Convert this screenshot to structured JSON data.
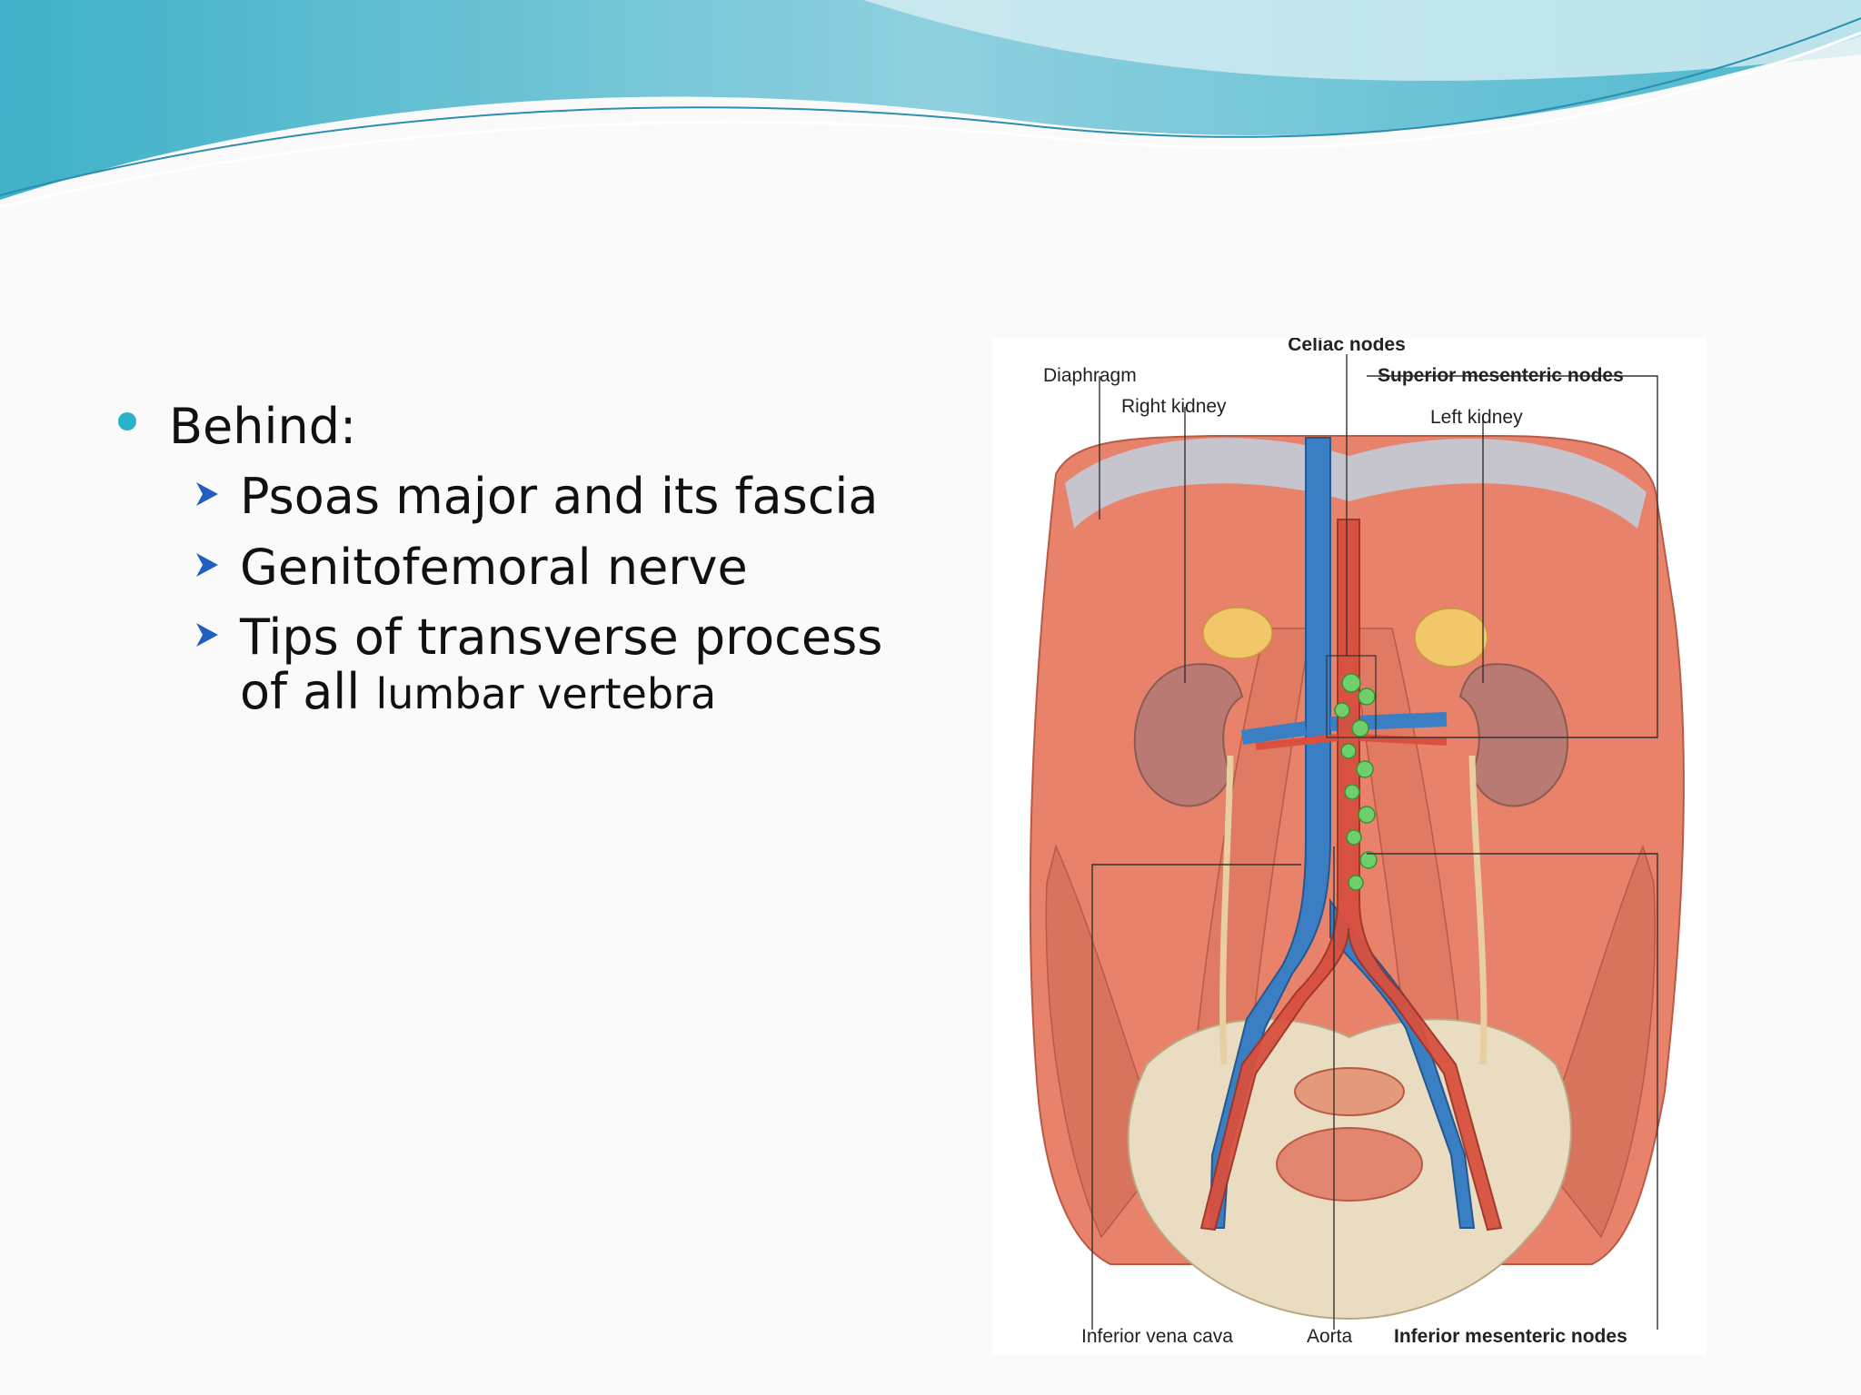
{
  "slide": {
    "bullet_heading": "Behind:",
    "sub_items": [
      {
        "text": "Psoas major and its fascia"
      },
      {
        "text": "Genitofemoral nerve"
      },
      {
        "text": "Tips of transverse process",
        "continuation_a": "of all ",
        "continuation_b": "lumbar vertebra"
      }
    ]
  },
  "figure": {
    "labels": {
      "celiac": "Celiac nodes",
      "diaphragm": "Diaphragm",
      "superior_mesenteric": "Superior mesenteric nodes",
      "right_kidney": "Right kidney",
      "left_kidney": "Left kidney",
      "ivc": "Inferior vena cava",
      "aorta": "Aorta",
      "inferior_mesenteric": "Inferior mesenteric nodes"
    },
    "colors": {
      "muscle": "#e8826a",
      "vein": "#3a7ec4",
      "artery": "#d9503f",
      "kidney": "#b87a72",
      "bone": "#e9dcc0",
      "node": "#6fcf6a",
      "adrenal": "#f2c76a"
    }
  },
  "theme": {
    "accent": "#2ab3c9",
    "wave": "#6cc3d6"
  }
}
